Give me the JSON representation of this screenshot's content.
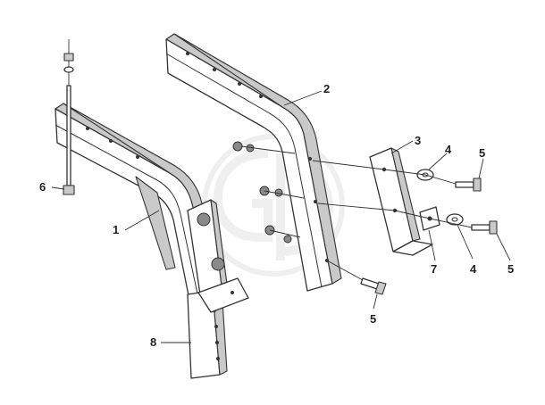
{
  "callouts": {
    "c1": "1",
    "c2": "2",
    "c3": "3",
    "c4a": "4",
    "c4b": "4",
    "c5a": "5",
    "c5b": "5",
    "c5c": "5",
    "c6": "6",
    "c7": "7",
    "c8": "8"
  },
  "colors": {
    "line": "#333333",
    "watermark": "#e6e6e6"
  }
}
